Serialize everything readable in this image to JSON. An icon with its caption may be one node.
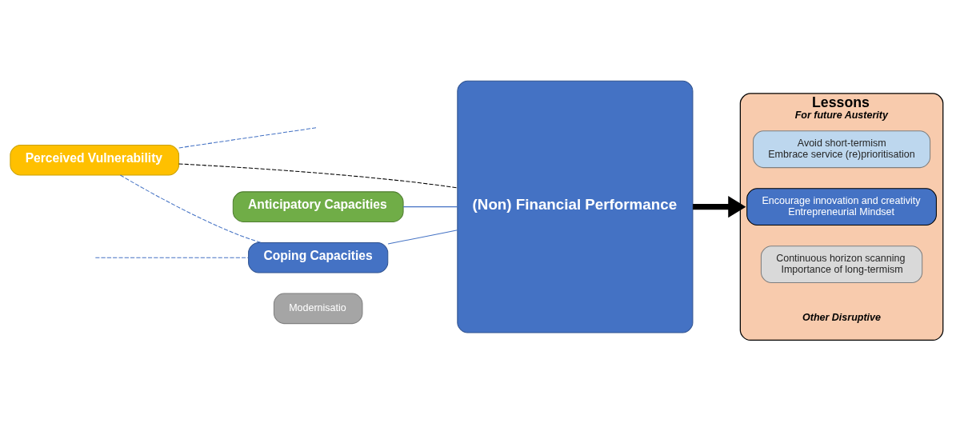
{
  "diagram": {
    "nodes": [
      {
        "text": [
          "Perceived Vulnerability"
        ]
      },
      {
        "text": [
          "Anticipatory Capacities"
        ]
      },
      {
        "text": [
          "Coping Capacities"
        ]
      },
      {
        "text": [
          "Modernisatio"
        ]
      },
      {
        "text": [
          "(Non) Financial Performance"
        ]
      },
      {
        "text": [
          "Lessons",
          "For future Austerity",
          "Other Disruptive"
        ]
      },
      {
        "text": [
          "Avoid short-termism",
          "Embrace service (re)prioritisation"
        ],
        "in": 5
      },
      {
        "text": [
          "Encourage innovation and creativity",
          "Entrepreneurial Mindset"
        ],
        "in": 5
      },
      {
        "text": [
          "Continuous horizon scanning",
          "Importance of long-termism"
        ],
        "in": 5
      }
    ],
    "edges": [
      {
        "from": 0,
        "to": 4,
        "arrow": "none",
        "style": "dashed",
        "color": "#000000"
      },
      {
        "from": 0,
        "to": null,
        "arrow": "none",
        "style": "dashed"
      },
      {
        "from": null,
        "to": 2,
        "arrow": "none",
        "style": "dashed"
      },
      {
        "from": 0,
        "to": 2,
        "arrow": "none",
        "style": "dashed"
      },
      {
        "from": 1,
        "to": 4,
        "arrow": "none"
      },
      {
        "from": 2,
        "to": 4,
        "arrow": "none"
      },
      {
        "from": 4,
        "to": 5,
        "arrow": "to",
        "style": "thick",
        "color": "#000000"
      }
    ]
  }
}
